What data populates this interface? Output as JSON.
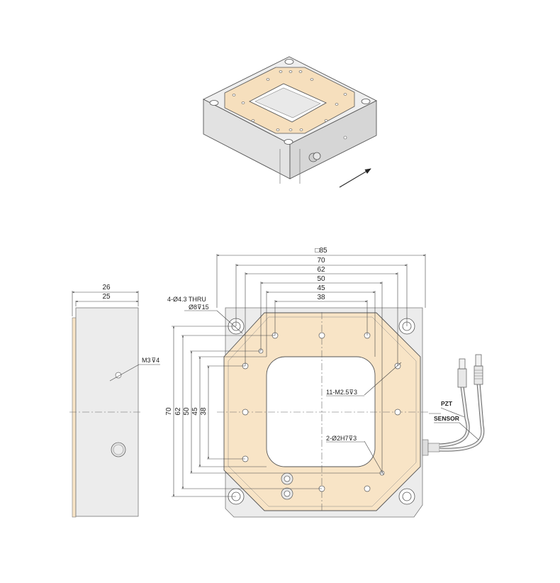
{
  "colors": {
    "body_grey": "#ececec",
    "plate_tan": "#f8e4c6",
    "outline": "#555555",
    "dimension": "#444444"
  },
  "side_view": {
    "overall_width": "26",
    "body_width": "25",
    "tapped_hole": "M3",
    "tapped_hole_depth": "4"
  },
  "top_view": {
    "horizontal_dims": [
      "85",
      "70",
      "62",
      "50",
      "45",
      "38"
    ],
    "vertical_dims": [
      "70",
      "62",
      "50",
      "45",
      "38"
    ],
    "mount_holes": "4-Ø4.3 THRU",
    "counterbore": "Ø8",
    "counterbore_depth": "15",
    "tapped_holes": "11-M2.5",
    "tapped_holes_depth": "3",
    "pin_holes": "2-Ø2H7",
    "pin_holes_depth": "3"
  },
  "cables": {
    "pzt_label": "PZT",
    "sensor_label": "SENSOR"
  },
  "icons": {
    "square_symbol": "square-dimension-icon",
    "depth_symbol": "depth-icon",
    "direction_arrow": "direction-arrow-icon"
  }
}
